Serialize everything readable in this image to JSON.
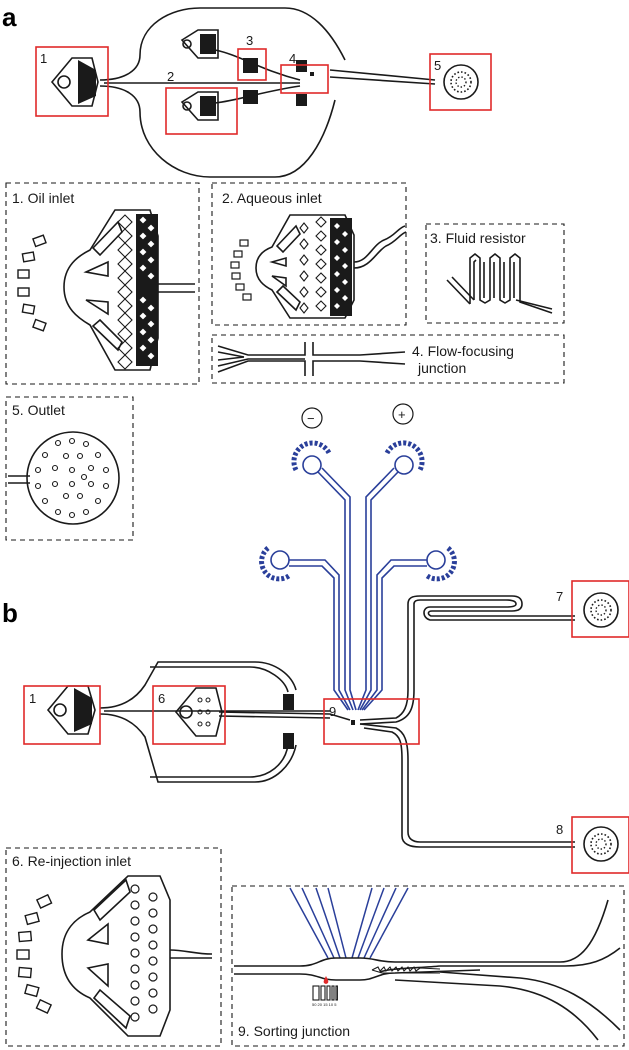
{
  "panels": {
    "a": "a",
    "b": "b"
  },
  "insets": {
    "oil_inlet": "1. Oil inlet",
    "aqueous_inlet": "2. Aqueous inlet",
    "fluid_resistor": "3. Fluid resistor",
    "flow_focusing_line1": "4. Flow-focusing",
    "flow_focusing_line2": "junction",
    "outlet": "5. Outlet",
    "reinjection_inlet": "6. Re-injection inlet",
    "sorting_junction": "9. Sorting junction"
  },
  "markers": {
    "a": [
      "1",
      "2",
      "3",
      "4",
      "5"
    ],
    "b": [
      "1",
      "6",
      "9",
      "7",
      "8"
    ]
  },
  "electrodes": {
    "negative": "−",
    "positive": "+"
  },
  "scale_labels": "50 20 15 10 5",
  "colors": {
    "channel": "#1a1a1a",
    "electrode": "#2a3f9a",
    "highlight": "#e02a2a"
  }
}
